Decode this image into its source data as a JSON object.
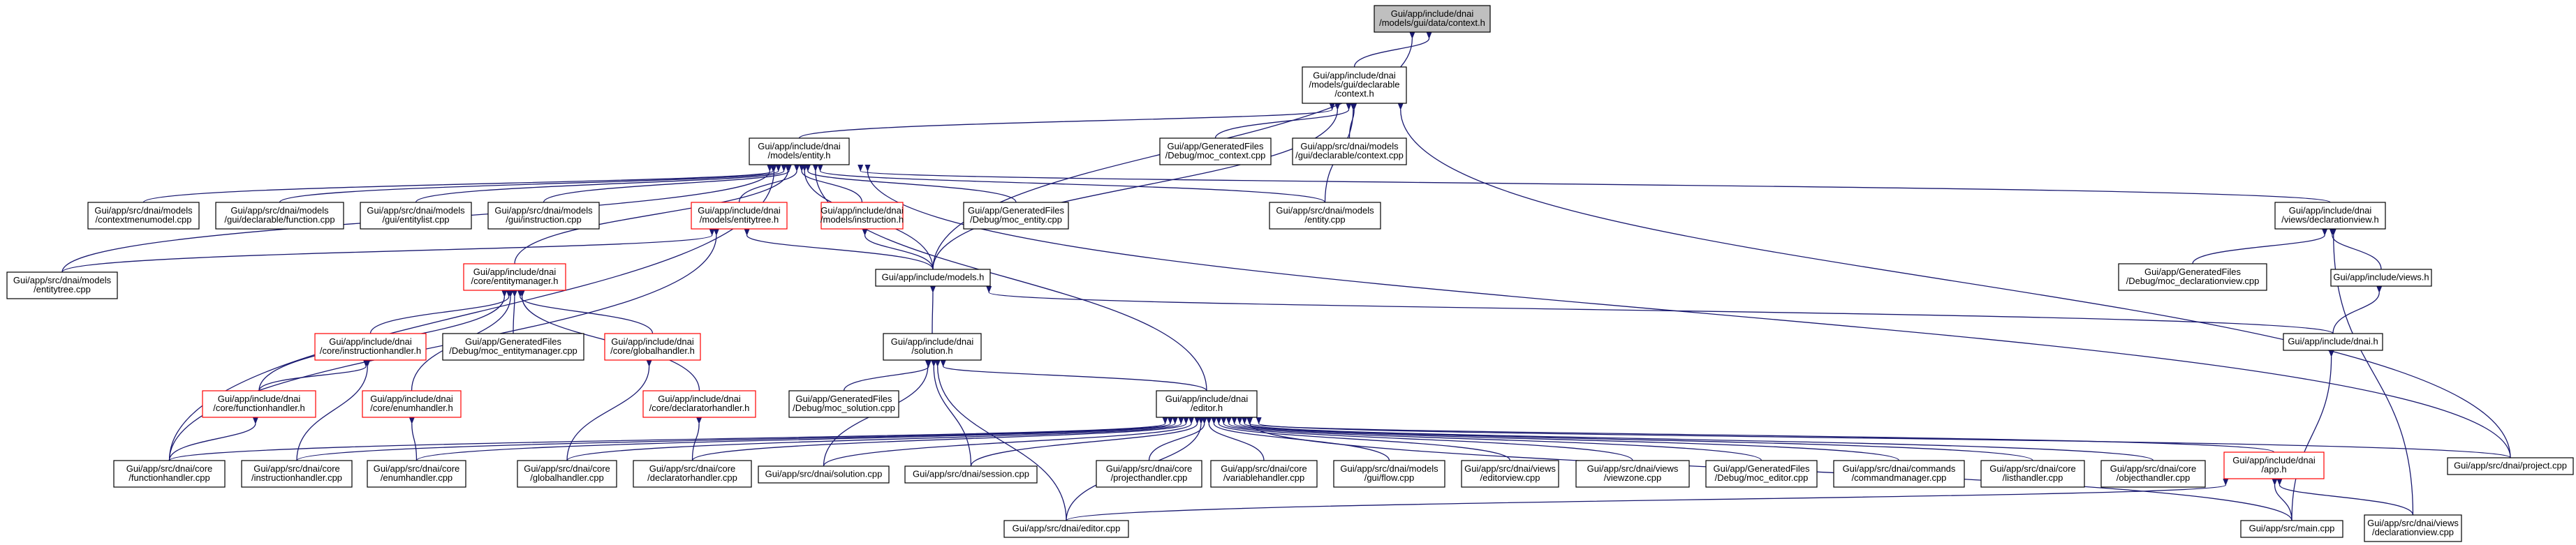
{
  "colors": {
    "edge": "#191970",
    "border_default": "#000000",
    "border_incomplete": "#ff0000",
    "fill_default": "#ffffff",
    "fill_root": "#bfbfbf"
  },
  "nodes": [
    {
      "id": "context_gui_data",
      "lines": [
        "Gui/app/include/dnai",
        "/models/gui/data/context.h"
      ],
      "style": "root"
    },
    {
      "id": "context_decl",
      "lines": [
        "Gui/app/include/dnai",
        "/models/gui/declarable",
        "/context.h"
      ],
      "style": "normal"
    },
    {
      "id": "entity_h",
      "lines": [
        "Gui/app/include/dnai",
        "/models/entity.h"
      ],
      "style": "normal"
    },
    {
      "id": "moc_context",
      "lines": [
        "Gui/app/GeneratedFiles",
        "/Debug/moc_context.cpp"
      ],
      "style": "normal"
    },
    {
      "id": "context_cpp",
      "lines": [
        "Gui/app/src/dnai/models",
        "/gui/declarable/context.cpp"
      ],
      "style": "normal"
    },
    {
      "id": "contextmenumodel",
      "lines": [
        "Gui/app/src/dnai/models",
        "/contextmenumodel.cpp"
      ],
      "style": "normal"
    },
    {
      "id": "function_cpp",
      "lines": [
        "Gui/app/src/dnai/models",
        "/gui/declarable/function.cpp"
      ],
      "style": "normal"
    },
    {
      "id": "entitylist_cpp",
      "lines": [
        "Gui/app/src/dnai/models",
        "/gui/entitylist.cpp"
      ],
      "style": "normal"
    },
    {
      "id": "instruction_cpp",
      "lines": [
        "Gui/app/src/dnai/models",
        "/gui/instruction.cpp"
      ],
      "style": "normal"
    },
    {
      "id": "entitytree_h",
      "lines": [
        "Gui/app/include/dnai",
        "/models/entitytree.h"
      ],
      "style": "incomplete"
    },
    {
      "id": "instruction_h",
      "lines": [
        "Gui/app/include/dnai",
        "/models/instruction.h"
      ],
      "style": "incomplete"
    },
    {
      "id": "moc_entity",
      "lines": [
        "Gui/app/GeneratedFiles",
        "/Debug/moc_entity.cpp"
      ],
      "style": "normal"
    },
    {
      "id": "entity_cpp",
      "lines": [
        "Gui/app/src/dnai/models",
        "/entity.cpp"
      ],
      "style": "normal"
    },
    {
      "id": "declarationview_h",
      "lines": [
        "Gui/app/include/dnai",
        "/views/declarationview.h"
      ],
      "style": "normal"
    },
    {
      "id": "entitytree_cpp",
      "lines": [
        "Gui/app/src/dnai/models",
        "/entitytree.cpp"
      ],
      "style": "normal"
    },
    {
      "id": "entitymanager_h",
      "lines": [
        "Gui/app/include/dnai",
        "/core/entitymanager.h"
      ],
      "style": "incomplete"
    },
    {
      "id": "models_h",
      "lines": [
        "Gui/app/include/models.h"
      ],
      "style": "normal"
    },
    {
      "id": "moc_declarationview",
      "lines": [
        "Gui/app/GeneratedFiles",
        "/Debug/moc_declarationview.cpp"
      ],
      "style": "normal"
    },
    {
      "id": "views_h",
      "lines": [
        "Gui/app/include/views.h"
      ],
      "style": "normal"
    },
    {
      "id": "instructionhandler_h",
      "lines": [
        "Gui/app/include/dnai",
        "/core/instructionhandler.h"
      ],
      "style": "incomplete"
    },
    {
      "id": "moc_entitymanager",
      "lines": [
        "Gui/app/GeneratedFiles",
        "/Debug/moc_entitymanager.cpp"
      ],
      "style": "normal"
    },
    {
      "id": "globalhandler_h",
      "lines": [
        "Gui/app/include/dnai",
        "/core/globalhandler.h"
      ],
      "style": "incomplete"
    },
    {
      "id": "solution_h",
      "lines": [
        "Gui/app/include/dnai",
        "/solution.h"
      ],
      "style": "normal"
    },
    {
      "id": "dnai_h",
      "lines": [
        "Gui/app/include/dnai.h"
      ],
      "style": "normal"
    },
    {
      "id": "functionhandler_h",
      "lines": [
        "Gui/app/include/dnai",
        "/core/functionhandler.h"
      ],
      "style": "incomplete"
    },
    {
      "id": "enumhandler_h",
      "lines": [
        "Gui/app/include/dnai",
        "/core/enumhandler.h"
      ],
      "style": "incomplete"
    },
    {
      "id": "declaratorhandler_h",
      "lines": [
        "Gui/app/include/dnai",
        "/core/declaratorhandler.h"
      ],
      "style": "incomplete"
    },
    {
      "id": "moc_solution",
      "lines": [
        "Gui/app/GeneratedFiles",
        "/Debug/moc_solution.cpp"
      ],
      "style": "normal"
    },
    {
      "id": "editor_h",
      "lines": [
        "Gui/app/include/dnai",
        "/editor.h"
      ],
      "style": "normal"
    },
    {
      "id": "functionhandler_cpp",
      "lines": [
        "Gui/app/src/dnai/core",
        "/functionhandler.cpp"
      ],
      "style": "normal"
    },
    {
      "id": "instructionhandler_cpp",
      "lines": [
        "Gui/app/src/dnai/core",
        "/instructionhandler.cpp"
      ],
      "style": "normal"
    },
    {
      "id": "enumhandler_cpp",
      "lines": [
        "Gui/app/src/dnai/core",
        "/enumhandler.cpp"
      ],
      "style": "normal"
    },
    {
      "id": "globalhandler_cpp",
      "lines": [
        "Gui/app/src/dnai/core",
        "/globalhandler.cpp"
      ],
      "style": "normal"
    },
    {
      "id": "declaratorhandler_cpp",
      "lines": [
        "Gui/app/src/dnai/core",
        "/declaratorhandler.cpp"
      ],
      "style": "normal"
    },
    {
      "id": "solution_cpp",
      "lines": [
        "Gui/app/src/dnai/solution.cpp"
      ],
      "style": "normal"
    },
    {
      "id": "session_cpp",
      "lines": [
        "Gui/app/src/dnai/session.cpp"
      ],
      "style": "normal"
    },
    {
      "id": "projecthandler_cpp",
      "lines": [
        "Gui/app/src/dnai/core",
        "/projecthandler.cpp"
      ],
      "style": "normal"
    },
    {
      "id": "variablehandler_cpp",
      "lines": [
        "Gui/app/src/dnai/core",
        "/variablehandler.cpp"
      ],
      "style": "normal"
    },
    {
      "id": "guiflow_cpp",
      "lines": [
        "Gui/app/src/dnai/models",
        "/gui/flow.cpp"
      ],
      "style": "normal"
    },
    {
      "id": "editorview_cpp",
      "lines": [
        "Gui/app/src/dnai/views",
        "/editorview.cpp"
      ],
      "style": "normal"
    },
    {
      "id": "viewzone_cpp",
      "lines": [
        "Gui/app/src/dnai/views",
        "/viewzone.cpp"
      ],
      "style": "normal"
    },
    {
      "id": "moc_editor",
      "lines": [
        "Gui/app/GeneratedFiles",
        "/Debug/moc_editor.cpp"
      ],
      "style": "normal"
    },
    {
      "id": "commandmanager_cpp",
      "lines": [
        "Gui/app/src/dnai/commands",
        "/commandmanager.cpp"
      ],
      "style": "normal"
    },
    {
      "id": "listhandler_cpp",
      "lines": [
        "Gui/app/src/dnai/core",
        "/listhandler.cpp"
      ],
      "style": "normal"
    },
    {
      "id": "objecthandler_cpp",
      "lines": [
        "Gui/app/src/dnai/core",
        "/objecthandler.cpp"
      ],
      "style": "normal"
    },
    {
      "id": "app_h",
      "lines": [
        "Gui/app/include/dnai",
        "/app.h"
      ],
      "style": "incomplete"
    },
    {
      "id": "project_cpp",
      "lines": [
        "Gui/app/src/dnai/project.cpp"
      ],
      "style": "normal"
    },
    {
      "id": "editor_cpp",
      "lines": [
        "Gui/app/src/dnai/editor.cpp"
      ],
      "style": "normal"
    },
    {
      "id": "main_cpp",
      "lines": [
        "Gui/app/src/main.cpp"
      ],
      "style": "normal"
    },
    {
      "id": "declarationview_cpp",
      "lines": [
        "Gui/app/src/dnai/views",
        "/declarationview.cpp"
      ],
      "style": "normal"
    }
  ],
  "edges": [
    [
      "context_gui_data",
      "context_decl"
    ],
    [
      "context_gui_data",
      "models_h"
    ],
    [
      "context_decl",
      "entity_h"
    ],
    [
      "context_decl",
      "moc_context"
    ],
    [
      "context_decl",
      "context_cpp"
    ],
    [
      "context_decl",
      "entity_cpp"
    ],
    [
      "context_decl",
      "models_h"
    ],
    [
      "context_decl",
      "project_cpp"
    ],
    [
      "entity_h",
      "contextmenumodel"
    ],
    [
      "entity_h",
      "function_cpp"
    ],
    [
      "entity_h",
      "entitylist_cpp"
    ],
    [
      "entity_h",
      "instruction_cpp"
    ],
    [
      "entity_h",
      "entitytree_h"
    ],
    [
      "entity_h",
      "instruction_h"
    ],
    [
      "entity_h",
      "moc_entity"
    ],
    [
      "entity_h",
      "entity_cpp"
    ],
    [
      "entity_h",
      "declarationview_h"
    ],
    [
      "entity_h",
      "entitytree_cpp"
    ],
    [
      "entity_h",
      "entitymanager_h"
    ],
    [
      "entity_h",
      "models_h"
    ],
    [
      "entity_h",
      "functionhandler_cpp"
    ],
    [
      "entity_h",
      "editor_h"
    ],
    [
      "entity_h",
      "project_cpp"
    ],
    [
      "entitytree_h",
      "entitytree_cpp"
    ],
    [
      "entitytree_h",
      "models_h"
    ],
    [
      "entitytree_h",
      "functionhandler_cpp"
    ],
    [
      "instruction_h",
      "models_h"
    ],
    [
      "declarationview_h",
      "moc_declarationview"
    ],
    [
      "declarationview_h",
      "views_h"
    ],
    [
      "declarationview_h",
      "declarationview_cpp"
    ],
    [
      "views_h",
      "dnai_h"
    ],
    [
      "entitymanager_h",
      "instructionhandler_h"
    ],
    [
      "entitymanager_h",
      "moc_entitymanager"
    ],
    [
      "entitymanager_h",
      "globalhandler_h"
    ],
    [
      "entitymanager_h",
      "functionhandler_h"
    ],
    [
      "entitymanager_h",
      "enumhandler_h"
    ],
    [
      "entitymanager_h",
      "declaratorhandler_h"
    ],
    [
      "models_h",
      "solution_h"
    ],
    [
      "models_h",
      "dnai_h"
    ],
    [
      "instructionhandler_h",
      "functionhandler_h"
    ],
    [
      "instructionhandler_h",
      "instructionhandler_cpp"
    ],
    [
      "globalhandler_h",
      "globalhandler_cpp"
    ],
    [
      "functionhandler_h",
      "functionhandler_cpp"
    ],
    [
      "enumhandler_h",
      "enumhandler_cpp"
    ],
    [
      "declaratorhandler_h",
      "declaratorhandler_cpp"
    ],
    [
      "solution_h",
      "moc_solution"
    ],
    [
      "solution_h",
      "editor_h"
    ],
    [
      "solution_h",
      "solution_cpp"
    ],
    [
      "solution_h",
      "session_cpp"
    ],
    [
      "solution_h",
      "editor_cpp"
    ],
    [
      "dnai_h",
      "main_cpp"
    ],
    [
      "editor_h",
      "functionhandler_cpp"
    ],
    [
      "editor_h",
      "instructionhandler_cpp"
    ],
    [
      "editor_h",
      "enumhandler_cpp"
    ],
    [
      "editor_h",
      "globalhandler_cpp"
    ],
    [
      "editor_h",
      "declaratorhandler_cpp"
    ],
    [
      "editor_h",
      "solution_cpp"
    ],
    [
      "editor_h",
      "session_cpp"
    ],
    [
      "editor_h",
      "projecthandler_cpp"
    ],
    [
      "editor_h",
      "variablehandler_cpp"
    ],
    [
      "editor_h",
      "guiflow_cpp"
    ],
    [
      "editor_h",
      "editorview_cpp"
    ],
    [
      "editor_h",
      "viewzone_cpp"
    ],
    [
      "editor_h",
      "moc_editor"
    ],
    [
      "editor_h",
      "commandmanager_cpp"
    ],
    [
      "editor_h",
      "listhandler_cpp"
    ],
    [
      "editor_h",
      "objecthandler_cpp"
    ],
    [
      "editor_h",
      "app_h"
    ],
    [
      "editor_h",
      "project_cpp"
    ],
    [
      "editor_h",
      "editor_cpp"
    ],
    [
      "editor_h",
      "main_cpp"
    ],
    [
      "app_h",
      "editor_cpp"
    ],
    [
      "app_h",
      "main_cpp"
    ],
    [
      "app_h",
      "declarationview_cpp"
    ]
  ]
}
